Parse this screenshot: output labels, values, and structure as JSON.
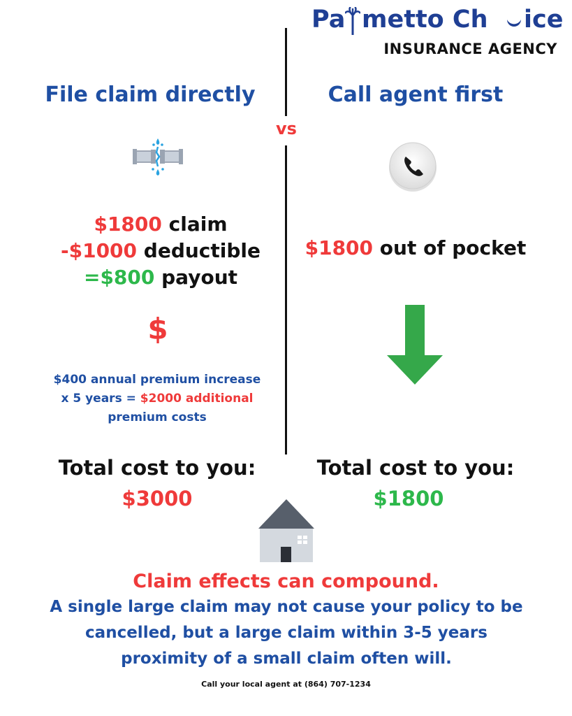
{
  "logo": {
    "name_part1": "Pa",
    "name_part2": "metto Ch",
    "name_part3": "ice",
    "agency": "INSURANCE AGENCY"
  },
  "vs": "vs",
  "left": {
    "heading": "File claim directly",
    "icon": "broken-pipe-icon",
    "claim_amount": "$1800",
    "claim_label": " claim",
    "deductible_amount": "-$1000",
    "deductible_label": " deductible",
    "payout_amount": "=$800",
    "payout_label": " payout",
    "dollar_icon": "$",
    "premium_line1": "$400 annual premium increase",
    "premium_line2_prefix": "x 5 years = ",
    "premium_line2_highlight": "$2000 additional",
    "premium_line3": "premium costs",
    "total_label": "Total cost to you:",
    "total_value": "$3000"
  },
  "right": {
    "heading": "Call agent first",
    "icon": "phone-icon",
    "pocket_amount": "$1800",
    "pocket_label": " out of pocket",
    "arrow_icon": "down-arrow-icon",
    "total_label": "Total cost to you:",
    "total_value": "$1800"
  },
  "house_icon": "house-icon",
  "compound": {
    "title": "Claim effects can compound.",
    "line1": "A single large claim may not cause your policy to be",
    "line2": "cancelled, but a large claim within 3-5 years",
    "line3": "proximity of a small claim often will."
  },
  "footer": "Call your local agent at (864) 707-1234",
  "colors": {
    "blue": "#1f4fa3",
    "red": "#ef3a3a",
    "green": "#2db84b"
  }
}
